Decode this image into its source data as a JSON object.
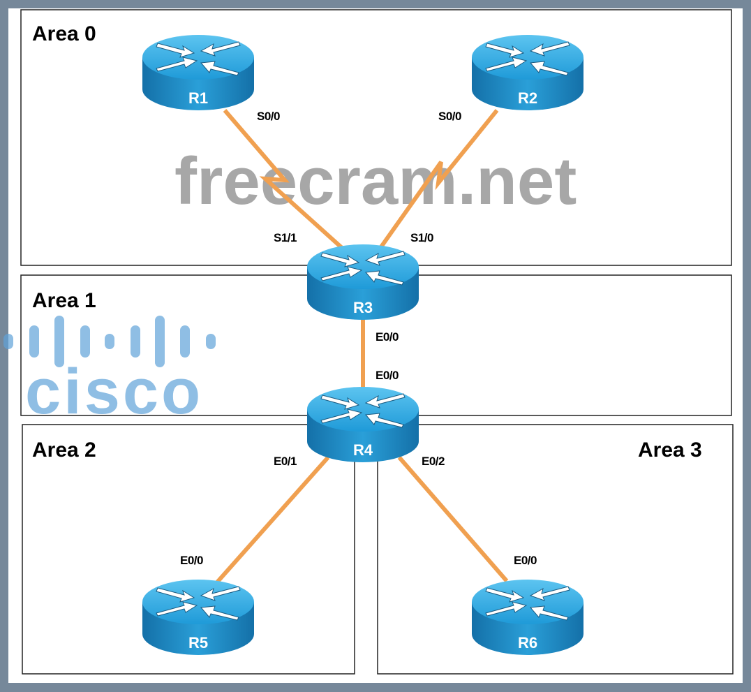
{
  "areas": [
    {
      "label": "Area 0"
    },
    {
      "label": "Area 1"
    },
    {
      "label": "Area 2"
    },
    {
      "label": "Area 3"
    }
  ],
  "routers": [
    {
      "label": "R1"
    },
    {
      "label": "R2"
    },
    {
      "label": "R3"
    },
    {
      "label": "R4"
    },
    {
      "label": "R5"
    },
    {
      "label": "R6"
    }
  ],
  "interfaces": {
    "r1_s00": "S0/0",
    "r2_s00": "S0/0",
    "r3_s11": "S1/1",
    "r3_s10": "S1/0",
    "r3_e00": "E0/0",
    "r4_e00": "E0/0",
    "r4_e01": "E0/1",
    "r4_e02": "E0/2",
    "r5_e00": "E0/0",
    "r6_e00": "E0/0"
  },
  "watermarks": {
    "site": "freecram.net",
    "logo": "cisco"
  },
  "colors": {
    "router": "#1a8fd0",
    "link": "#f0a050",
    "frame": "#76889a"
  }
}
